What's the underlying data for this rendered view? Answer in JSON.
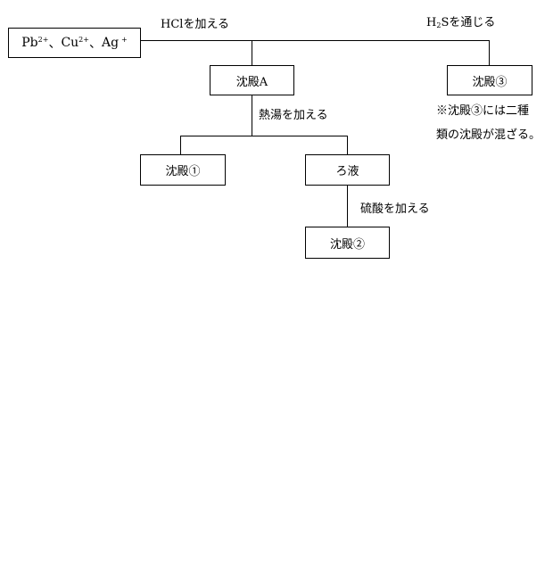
{
  "diagram": {
    "start_box": {
      "pb": "Pb",
      "pb_charge": "2+",
      "sep1": "、",
      "cu": "Cu",
      "cu_charge": "2+",
      "sep2": "、",
      "ag": "Ag",
      "ag_charge": "+"
    },
    "step_hcl": "HClを加える",
    "step_h2s": {
      "h": "H",
      "h_sub": "2",
      "rest": "Sを通じる"
    },
    "precipitate_a": "沈殿A",
    "step_hot_water": "熱湯を加える",
    "precipitate_1": "沈殿①",
    "filtrate": "ろ液",
    "step_sulfuric_acid": "硫酸を加える",
    "precipitate_2": "沈殿②",
    "precipitate_3": "沈殿③",
    "note_line1": "※沈殿③には二種",
    "note_line2": "類の沈殿が混ざる。"
  }
}
